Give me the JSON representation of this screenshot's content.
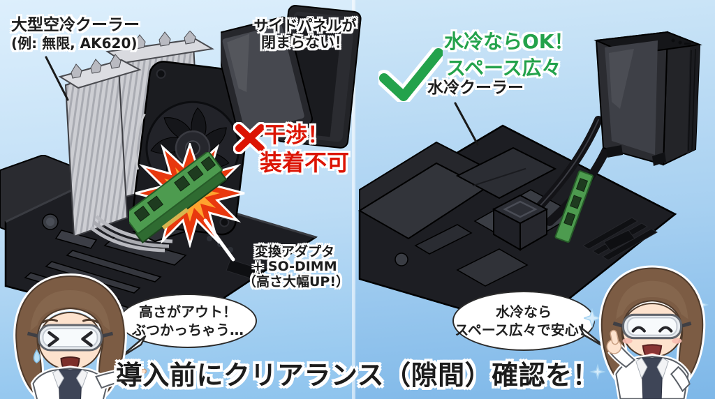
{
  "left": {
    "cooler_label": {
      "line1": "大型空冷クーラー",
      "line2": "(例: 無限, AK620)"
    },
    "side_panel_warning": {
      "line1": "サイドパネルが",
      "line2": "閉まらない！"
    },
    "interference": {
      "line1": "干渉！",
      "line2": "装着不可"
    },
    "adapter_label": {
      "line1": "変換アダプタ",
      "line2": "+ SO-DIMM",
      "line3": "（高さ大幅UP!）"
    },
    "speech": {
      "line1": "高さがアウト！",
      "line2": "ぶつかっちゃう…"
    }
  },
  "right": {
    "ok_banner": {
      "line1": "水冷ならOK！",
      "line2": "スペース広々"
    },
    "cooler_label": "水冷クーラー",
    "speech": {
      "line1": "水冷なら",
      "line2": "スペース広々で安心！"
    }
  },
  "footer": {
    "headline": "導入前にクリアランス（隙間）確認を！"
  },
  "colors": {
    "alert_red": "#dc1404",
    "ok_green": "#23a24b",
    "background_top": "#d8ecfa",
    "background_bottom": "#83bbe9"
  },
  "icons": {
    "check": "check-icon",
    "cross": "x-mark-icon",
    "burst": "collision-burst-icon",
    "sparkle": "sparkle-icon"
  }
}
